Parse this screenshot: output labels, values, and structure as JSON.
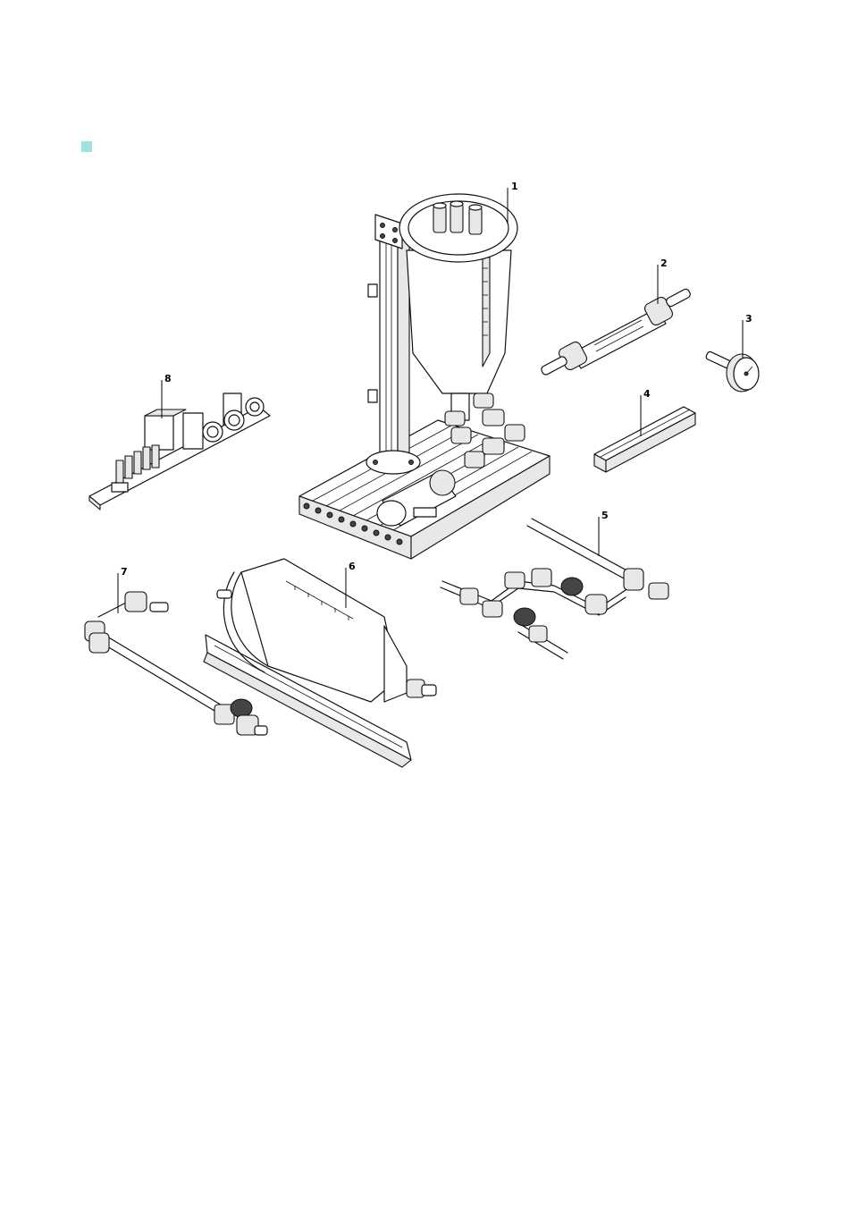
{
  "marker": {
    "color": "#9fe3df"
  },
  "callouts": [
    {
      "id": "callout-1",
      "label": "1"
    },
    {
      "id": "callout-2",
      "label": "2"
    },
    {
      "id": "callout-3",
      "label": "3"
    },
    {
      "id": "callout-4",
      "label": "4"
    },
    {
      "id": "callout-5",
      "label": "5"
    },
    {
      "id": "callout-6",
      "label": "6"
    },
    {
      "id": "callout-7",
      "label": "7"
    },
    {
      "id": "callout-8",
      "label": "8"
    }
  ]
}
